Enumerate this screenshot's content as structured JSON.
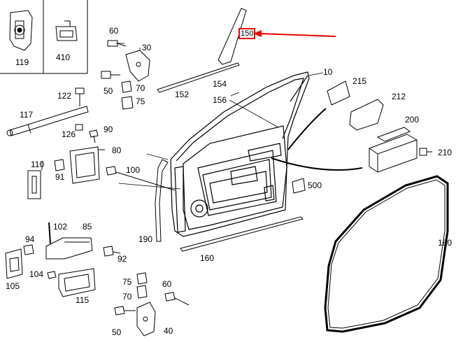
{
  "colors": {
    "highlight": "#e00000",
    "line": "#000000"
  },
  "inset_labels": [
    "119",
    "410"
  ],
  "highlight_label": "150",
  "labels": {
    "l10": "10",
    "l30": "30",
    "l40": "40",
    "l50a": "50",
    "l50b": "50",
    "l60a": "60",
    "l60b": "60",
    "l70a": "70",
    "l70b": "70",
    "l75a": "75",
    "l75b": "75",
    "l80": "80",
    "l85": "85",
    "l90": "90",
    "l91": "91",
    "l92": "92",
    "l94": "94",
    "l100": "100",
    "l102": "102",
    "l104": "104",
    "l105": "105",
    "l110": "110",
    "l115": "115",
    "l117": "117",
    "l122": "122",
    "l126": "126",
    "l152": "152",
    "l154": "154",
    "l156": "156",
    "l160": "160",
    "l180": "180",
    "l190": "190",
    "l200": "200",
    "l210": "210",
    "l212": "212",
    "l215": "215",
    "l500": "500"
  }
}
